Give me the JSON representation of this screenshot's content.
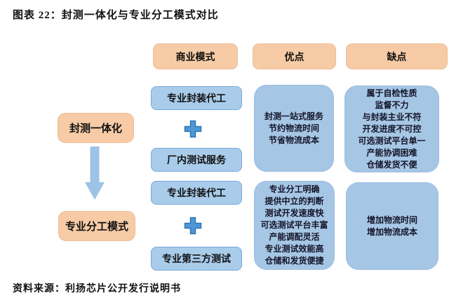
{
  "title": "图表 22：封测一体化与专业分工模式对比",
  "source": "资料来源：利扬芯片公开发行说明书",
  "headers": {
    "business_model": "商业模式",
    "advantages": "优点",
    "disadvantages": "缺点"
  },
  "rows": [
    {
      "mode": "封测一体化",
      "component_top": "专业封装代工",
      "component_bottom": "厂内测试服务",
      "advantages": "封测一站式服务\n节约物流时间\n节省物流成本",
      "disadvantages": "属于自检性质\n监督不力\n与封装主业不符\n开发进度不可控\n可选测试平台单一\n产能协调困难\n仓储发货不便"
    },
    {
      "mode": "专业分工模式",
      "component_top": "专业封装代工",
      "component_bottom": "专业第三方测试",
      "advantages": "专业分工明确\n提供中立的判断\n测试开发速度快\n可选测试平台丰富\n产能调配灵活\n专业测试效能高\n仓储和发货便捷",
      "disadvantages": "增加物流时间\n增加物流成本"
    }
  ],
  "icons": {
    "plus": "plus-icon",
    "down_arrow": "down-arrow-icon"
  },
  "colors": {
    "peach_fill": "#F6CBA5",
    "peach_border": "#EFBE95",
    "blue_small_fill": "#A9CCEB",
    "blue_small_border": "#79A8DB",
    "blue_big_fill": "#A6C6E5",
    "plus_blue": "#4F97D6",
    "plus_border": "#2E75B6",
    "arrow_blue": "#9DC3E6",
    "text_dark": "#111111",
    "background": "#FFFFFF"
  }
}
